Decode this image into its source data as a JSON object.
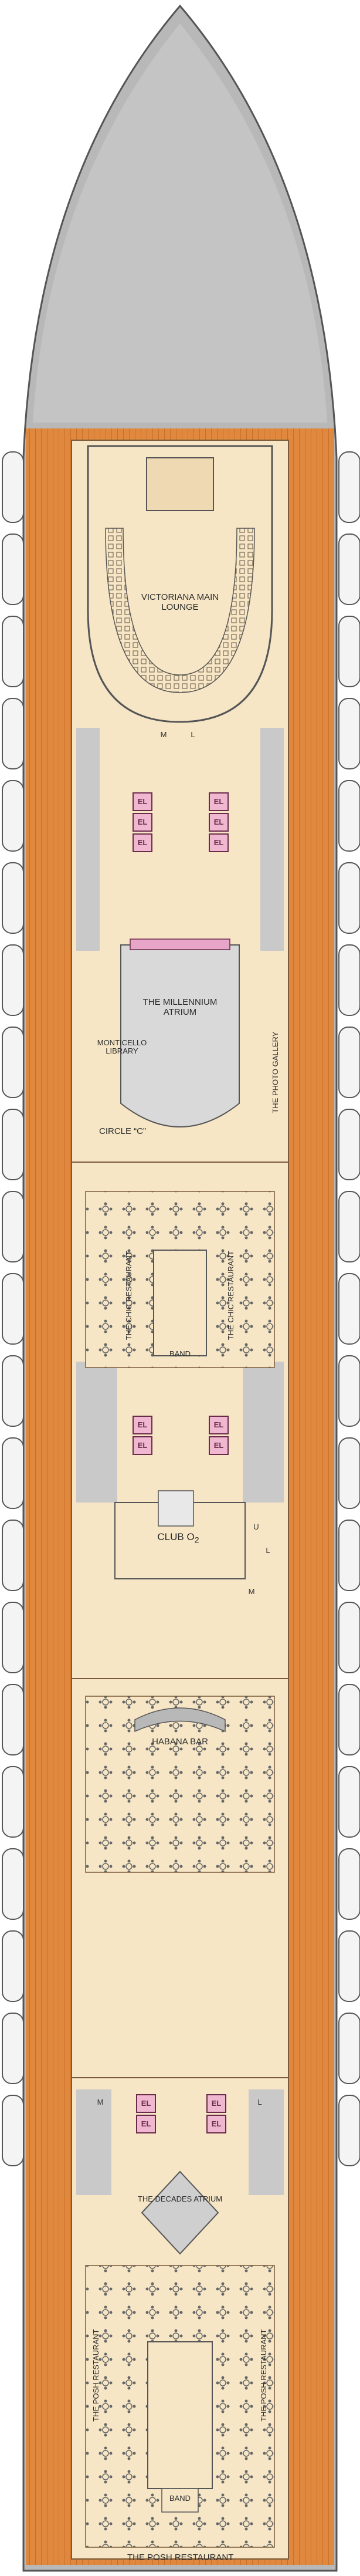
{
  "venues": {
    "main_lounge": "VICTORIANA MAIN LOUNGE",
    "atrium": "THE MILLENNIUM ATRIUM",
    "library": "MONTICELLO LIBRARY",
    "circle_c": "CIRCLE “C”",
    "photo_gallery": "THE PHOTO GALLERY",
    "chic_restaurant": "THE CHIC RESTAURANT",
    "band": "BAND",
    "club_o2": "CLUB O",
    "club_o2_sub": "2",
    "habana_bar": "HABANA BAR",
    "decades_atrium": "THE DECADES ATRIUM",
    "posh_restaurant": "THE POSH RESTAURANT"
  },
  "markers": {
    "elevator": "EL",
    "men": "M",
    "ladies": "L",
    "upper": "U"
  },
  "colors": {
    "deck_teak": "#e0893e",
    "hull": "#b8b8b8",
    "interior": "#f6e6c6",
    "service_grey": "#c9c9c9",
    "lifeboat": "#f4f4f4",
    "elevator_fill": "#f0b8d0"
  }
}
